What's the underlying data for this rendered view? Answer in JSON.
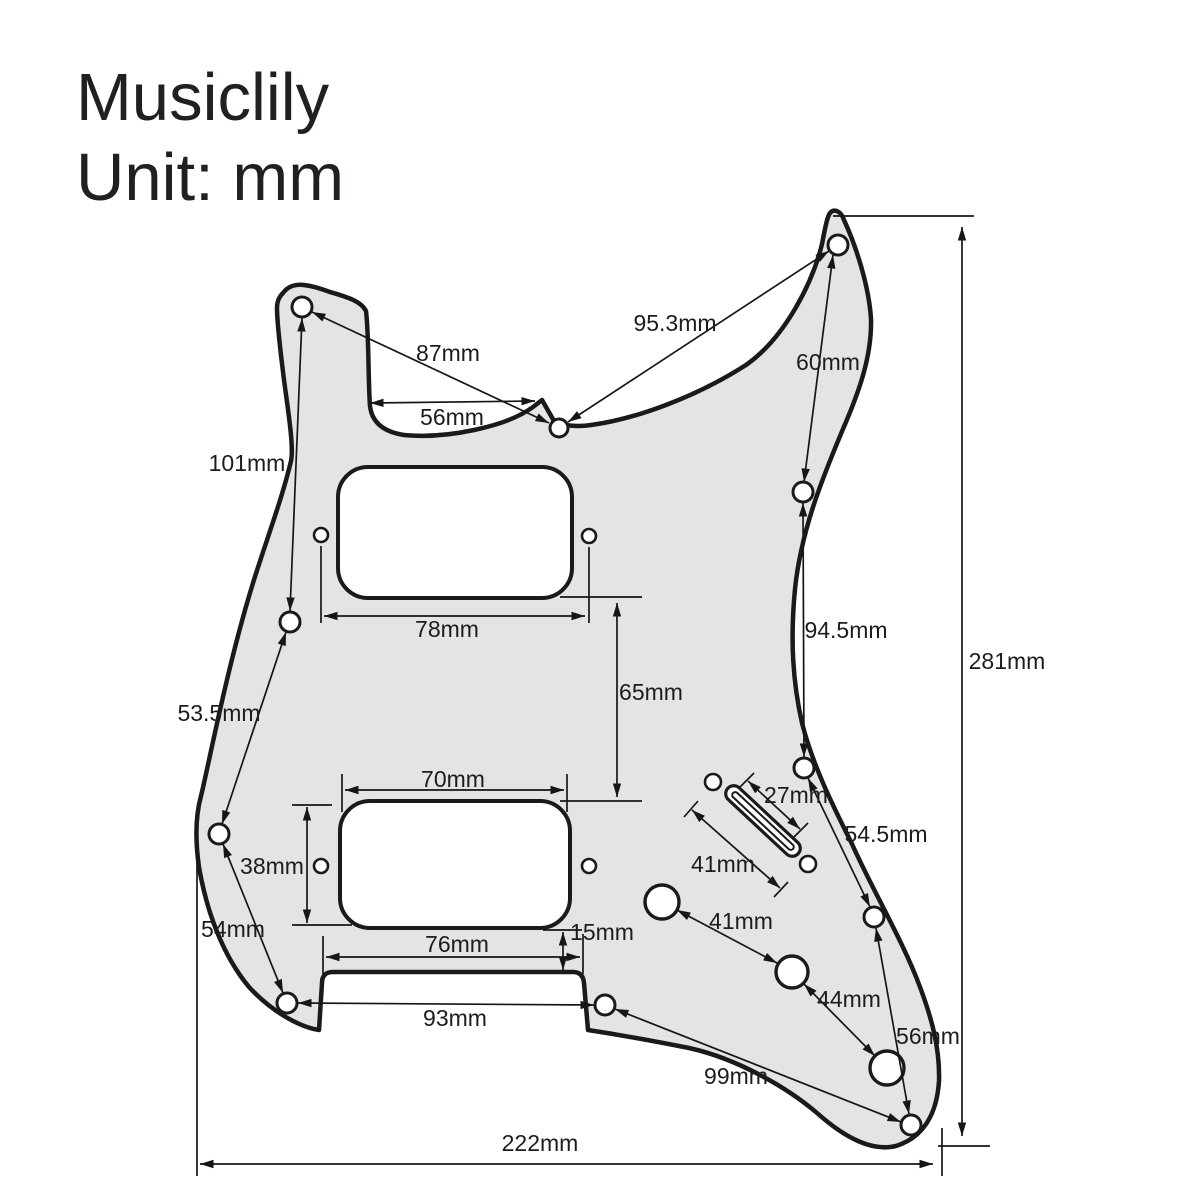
{
  "title": {
    "brand": "Musiclily",
    "unit_label": "Unit: mm"
  },
  "diagram": {
    "type": "technical-drawing",
    "subject": "HH guitar pickguard with screw holes, pickup cutouts, switch slot and pot holes",
    "unit": "mm",
    "dimensions": {
      "d87": {
        "value": 87,
        "label": "87mm"
      },
      "d56_top": {
        "value": 56,
        "label": "56mm"
      },
      "d95_3": {
        "value": 95.3,
        "label": "95.3mm"
      },
      "d60": {
        "value": 60,
        "label": "60mm"
      },
      "d101": {
        "value": 101,
        "label": "101mm"
      },
      "d53_5": {
        "value": 53.5,
        "label": "53.5mm"
      },
      "d54": {
        "value": 54,
        "label": "54mm"
      },
      "d78": {
        "value": 78,
        "label": "78mm"
      },
      "d65": {
        "value": 65,
        "label": "65mm"
      },
      "d94_5": {
        "value": 94.5,
        "label": "94.5mm"
      },
      "d281": {
        "value": 281,
        "label": "281mm"
      },
      "d70": {
        "value": 70,
        "label": "70mm"
      },
      "d38": {
        "value": 38,
        "label": "38mm"
      },
      "d27": {
        "value": 27,
        "label": "27mm"
      },
      "d41_switch": {
        "value": 41,
        "label": "41mm"
      },
      "d54_5": {
        "value": 54.5,
        "label": "54.5mm"
      },
      "d41_pots": {
        "value": 41,
        "label": "41mm"
      },
      "d44": {
        "value": 44,
        "label": "44mm"
      },
      "d56_bottom": {
        "value": 56,
        "label": "56mm"
      },
      "d15": {
        "value": 15,
        "label": "15mm"
      },
      "d76": {
        "value": 76,
        "label": "76mm"
      },
      "d93": {
        "value": 93,
        "label": "93mm"
      },
      "d99": {
        "value": 99,
        "label": "99mm"
      },
      "d222": {
        "value": 222,
        "label": "222mm"
      }
    },
    "features": {
      "edge_screw_holes": 11,
      "pickup_mount_holes": 4,
      "switch_mount_holes": 2,
      "pot_holes": 3,
      "pickup_cutouts": 2,
      "switch_slots": 1,
      "bridge_notch": 1
    }
  },
  "colors": {
    "background": "#ffffff",
    "pickguard_fill": "#e4e4e2",
    "outline": "#1a1a1a",
    "dimension_lines": "#161616",
    "text": "#231f20"
  }
}
